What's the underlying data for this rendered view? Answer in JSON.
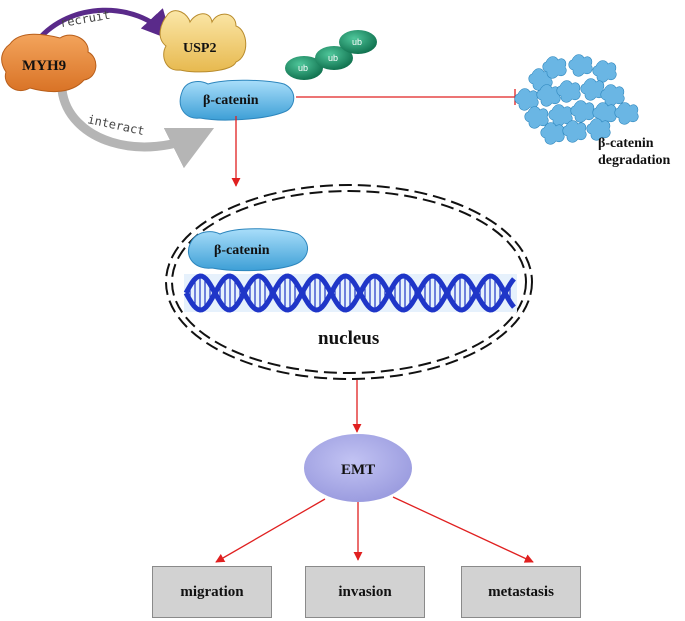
{
  "labels": {
    "myh9": "MYH9",
    "usp2": "USP2",
    "beta_catenin_top": "β-catenin",
    "recruit": "recruit",
    "interact": "interact",
    "ub": "ub",
    "degradation_line1": "β-catenin",
    "degradation_line2": "degradation",
    "beta_catenin_nucleus": "β-catenin",
    "nucleus": "nucleus",
    "emt": "EMT"
  },
  "outcomes": [
    "migration",
    "invasion",
    "metastasis"
  ],
  "colors": {
    "myh9_fill": "#e88a3a",
    "usp2_fill": "#f0cd6f",
    "beta_catenin_fill": "#62b8e6",
    "ub_fill": "#1a9068",
    "degradation_fill": "#6ab6e4",
    "dna_blue": "#1f36c8",
    "emt_fill": "#a7a8e6",
    "arrow_red": "#e02020",
    "recruit_arrow": "#5a2a8a",
    "interact_arrow": "#b5b5b5"
  }
}
